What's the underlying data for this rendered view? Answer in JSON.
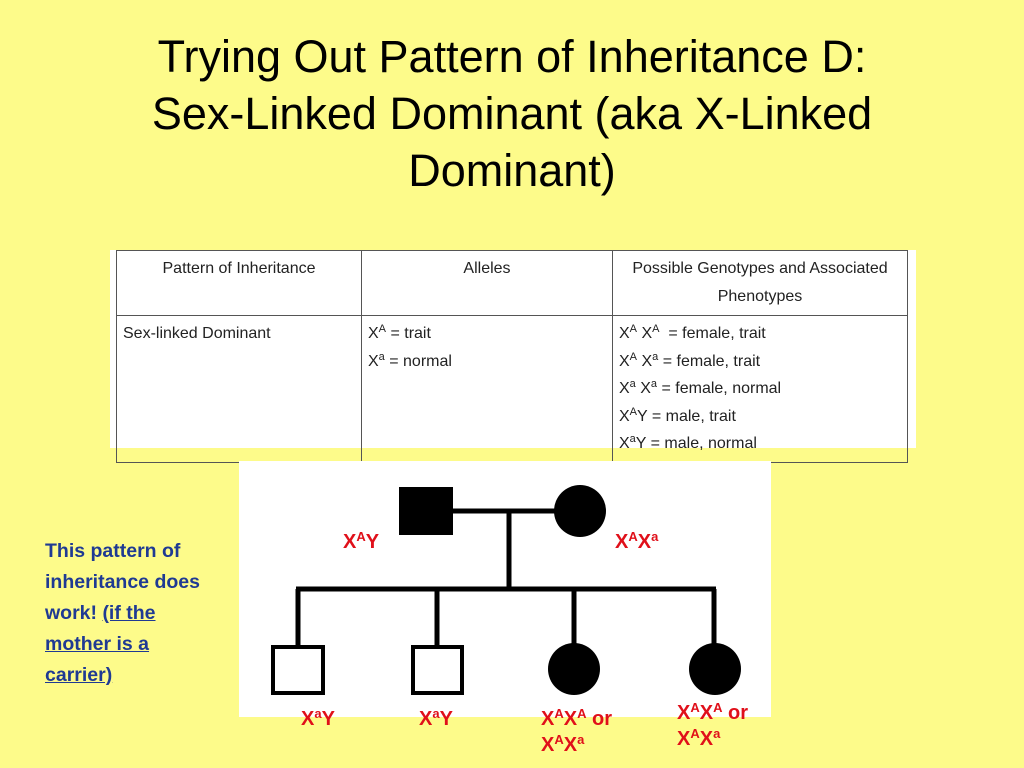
{
  "title": {
    "line1": "Trying Out Pattern of Inheritance D:",
    "line2": "Sex-Linked Dominant (aka X-Linked",
    "line3": "Dominant)"
  },
  "table": {
    "headers": [
      "Pattern of Inheritance",
      "Alleles",
      "Possible Genotypes and Associated",
      "Phenotypes"
    ],
    "pattern": "Sex-linked Dominant",
    "alleles": [
      {
        "sup": "A",
        "rest": " = trait"
      },
      {
        "sup": "a",
        "rest": " = normal"
      }
    ],
    "genotypes": [
      {
        "s1": "A",
        "s2": "A",
        "rest": "  = female, trait"
      },
      {
        "s1": "A",
        "s2": "a",
        "rest": " = female, trait"
      },
      {
        "s1": "a",
        "s2": "a",
        "rest": " = female, normal"
      },
      {
        "s1": "A",
        "rest": " = male, trait"
      },
      {
        "s1": "a",
        "rest": " = male, normal"
      }
    ]
  },
  "note": {
    "text": "This pattern of inheritance does work!",
    "underlined": "(if the mother is a carrier)"
  },
  "pedigree": {
    "father": {
      "sex": "male",
      "affected": true,
      "genotype": "XAY"
    },
    "mother": {
      "sex": "female",
      "affected": true,
      "genotype": "XAXa"
    },
    "children": [
      {
        "sex": "male",
        "affected": false,
        "genotype": "XaY"
      },
      {
        "sex": "male",
        "affected": false,
        "genotype": "XaY"
      },
      {
        "sex": "female",
        "affected": true,
        "genotype": "XAXA or XAXa"
      },
      {
        "sex": "female",
        "affected": true,
        "genotype": "XAXA or XAXa"
      }
    ],
    "label_color": "#e0101a",
    "note_color": "#1f3a93"
  }
}
